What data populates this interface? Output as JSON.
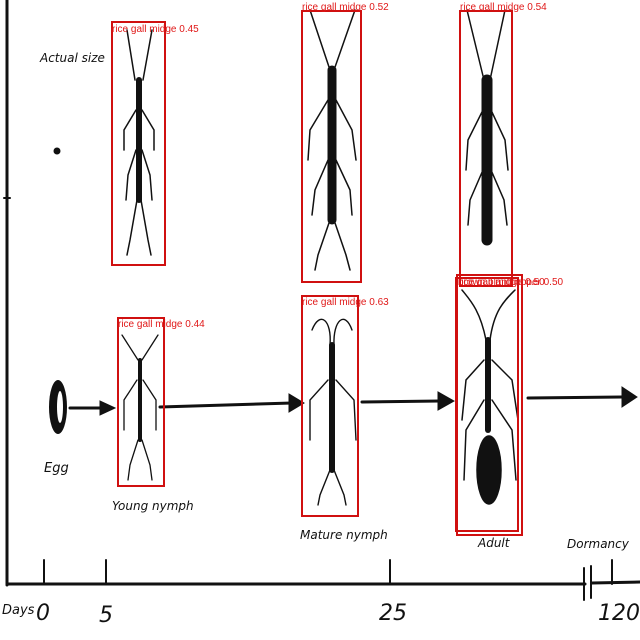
{
  "figure": {
    "actual_size_label": "Actual size",
    "stage_labels": {
      "egg": "Egg",
      "young_nymph": "Young nymph",
      "mature_nymph": "Mature nymph",
      "adult": "Adult",
      "dormancy": "Dormancy"
    },
    "axis": {
      "unit_label": "Days",
      "ticks": [
        "0",
        "5",
        "25",
        "120"
      ]
    }
  },
  "detections": [
    {
      "label": "rice gall midge 0.45"
    },
    {
      "label": "rice gall midge 0.52"
    },
    {
      "label": "rice gall midge 0.54"
    },
    {
      "label": "rice gall midge 0.44"
    },
    {
      "label": "rice gall midge 0.63"
    },
    {
      "label": "brown planthopper 0.50"
    },
    {
      "label": "rice gall midge 0.50"
    }
  ],
  "colors": {
    "detection_box": "#d01010",
    "detection_text": "#e01818",
    "ink": "#111111",
    "background": "#ffffff"
  }
}
